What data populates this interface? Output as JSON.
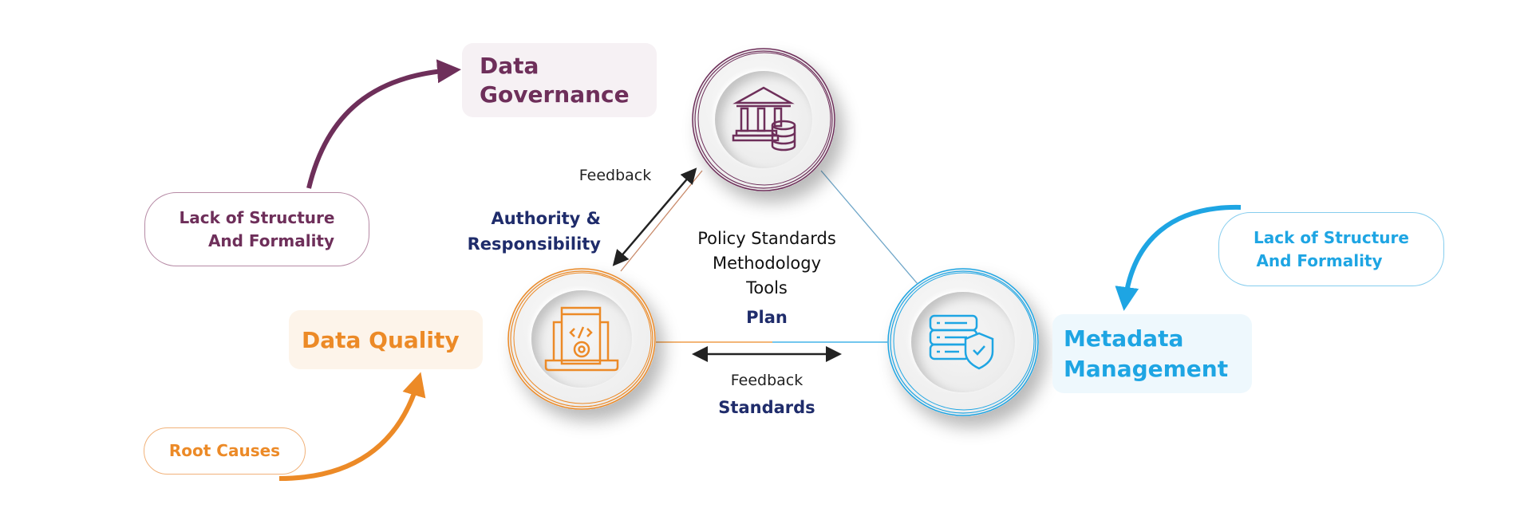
{
  "colors": {
    "governance": "#6e2f5a",
    "quality": "#ec8a27",
    "metadata": "#1ea5e3",
    "navy": "#1f2c6b"
  },
  "nodes": {
    "governance": {
      "title_line1": "Data",
      "title_line2": "Governance",
      "icon": "bank-database-icon",
      "cause_line1": "Lack of Structure",
      "cause_line2": "And Formality"
    },
    "quality": {
      "title": "Data Quality",
      "icon": "laptop-code-gear-icon",
      "cause": "Root Causes"
    },
    "metadata": {
      "title_line1": "Metadata",
      "title_line2": "Management",
      "icon": "server-shield-icon",
      "cause_line1": "Lack of Structure",
      "cause_line2": "And Formality"
    }
  },
  "links": {
    "gov_quality": {
      "feedback": "Feedback",
      "label_line1": "Authority &",
      "label_line2": "Responsibility"
    },
    "center": {
      "line1": "Policy Standards",
      "line2": "Methodology",
      "line3": "Tools",
      "label": "Plan"
    },
    "quality_metadata": {
      "feedback": "Feedback",
      "label": "Standards"
    }
  }
}
